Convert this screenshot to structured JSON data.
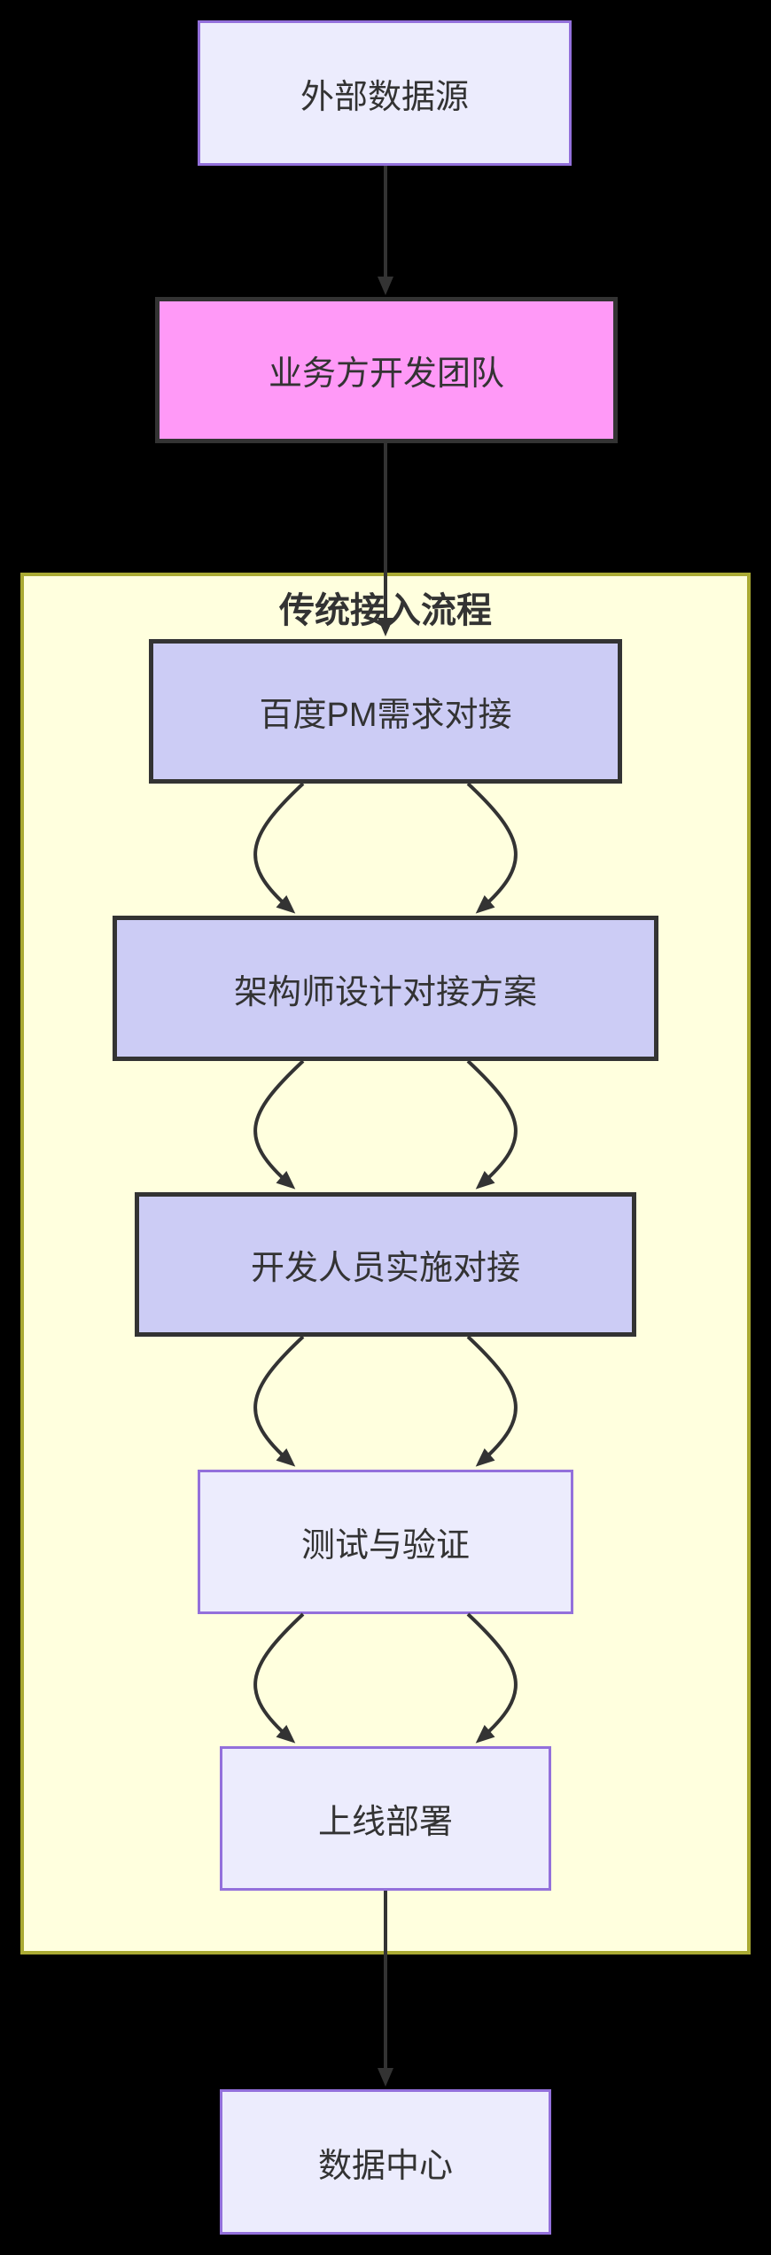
{
  "page": {
    "background": "#000000"
  },
  "flowchart": {
    "subgraph": {
      "title": "传统接入流程",
      "fill": "#ffffde",
      "border_color": "#aaaa33"
    },
    "nodes": [
      {
        "id": "external-data-source",
        "label": "外部数据源",
        "style": "light"
      },
      {
        "id": "business-dev-team",
        "label": "业务方开发团队",
        "style": "pink"
      },
      {
        "id": "baidu-pm-requirement",
        "label": "百度PM需求对接",
        "style": "purple"
      },
      {
        "id": "architect-design",
        "label": "架构师设计对接方案",
        "style": "purple"
      },
      {
        "id": "developer-implementation",
        "label": "开发人员实施对接",
        "style": "purple"
      },
      {
        "id": "testing-verification",
        "label": "测试与验证",
        "style": "light"
      },
      {
        "id": "deployment",
        "label": "上线部署",
        "style": "light"
      },
      {
        "id": "data-center",
        "label": "数据中心",
        "style": "light"
      }
    ],
    "edges": [
      {
        "from": "external-data-source",
        "to": "business-dev-team",
        "shape": "straight"
      },
      {
        "from": "business-dev-team",
        "to": "baidu-pm-requirement",
        "shape": "straight"
      },
      {
        "from": "baidu-pm-requirement",
        "to": "architect-design",
        "shape": "double-curve"
      },
      {
        "from": "architect-design",
        "to": "developer-implementation",
        "shape": "double-curve"
      },
      {
        "from": "developer-implementation",
        "to": "testing-verification",
        "shape": "double-curve"
      },
      {
        "from": "testing-verification",
        "to": "deployment",
        "shape": "double-curve"
      },
      {
        "from": "deployment",
        "to": "data-center",
        "shape": "straight"
      }
    ],
    "colors": {
      "edge": "#333333",
      "text": "#333333",
      "node_light_fill": "#ececfd",
      "node_light_border": "#9370db",
      "node_purple_fill": "#ccccf5",
      "node_dark_border": "#333333",
      "node_pink_fill": "#ff99f7",
      "subgraph_fill": "#ffffde",
      "subgraph_border": "#aaaa33"
    }
  }
}
